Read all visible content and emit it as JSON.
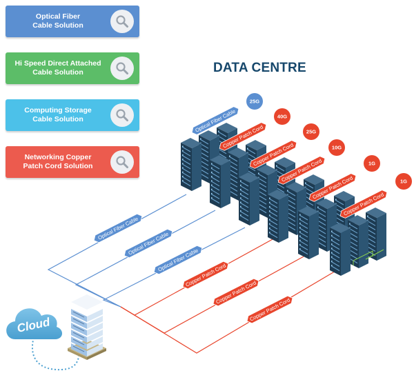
{
  "buttons": [
    {
      "label": "Optical Fiber\nCable Solution",
      "icon": "search-icon",
      "color": "#5b8fd1"
    },
    {
      "label": "Hi Speed Direct Attached\nCable Solution",
      "icon": "search-icon",
      "color": "#5cbd68"
    },
    {
      "label": "Computing Storage\nCable Solution",
      "icon": "search-icon",
      "color": "#4cc1e9"
    },
    {
      "label": "Networking Copper\nPatch Cord Solution",
      "icon": "search-icon",
      "color": "#ec5b4e"
    }
  ],
  "title": "DATA CENTRE",
  "cloud_label": "Cloud",
  "speeds": [
    "25G",
    "40G",
    "25G",
    "10G",
    "1G",
    "1G"
  ],
  "rack_tags": [
    "Optical Fiber Cable",
    "Copper Patch Cord",
    "Copper Patch Cord",
    "Copper Patch Cord",
    "Copper Patch Cord",
    "Copper Patch Cord"
  ],
  "line_tags": [
    "Optical Fiber Cable",
    "Optical Fiber Cable",
    "Optical Fiber Cable",
    "Copper Patch Cord",
    "Copper Patch Cord",
    "Copper Patch Cord"
  ],
  "colors": {
    "fiber": "#5b8fd1",
    "copper": "#e8452c",
    "rack": "#1d3b52",
    "title": "#16476b"
  }
}
